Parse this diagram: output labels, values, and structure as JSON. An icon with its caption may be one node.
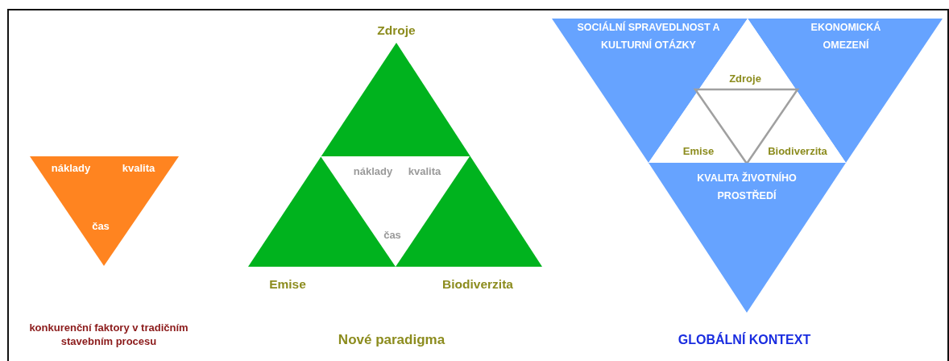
{
  "diagram": {
    "nodes": [
      {
        "text": [
          "náklady",
          "kvalita",
          "čas"
        ]
      },
      {
        "text": [
          "Zdroje",
          "Emise",
          "Biodiverzita"
        ]
      },
      {
        "text": [
          "náklady",
          "kvalita",
          "čas"
        ],
        "in": 1
      },
      {
        "text": [
          "SOCIÁLNÍ SPRAVEDLNOST A KULTURNÍ OTÁZKY"
        ]
      },
      {
        "text": [
          "EKONOMICKÁ OMEZENÍ"
        ]
      },
      {
        "text": [
          "Zdroje",
          "Emise",
          "Biodiverzita"
        ]
      },
      {
        "text": [
          "KVALITA ŽIVOTNÍHO PROSTŘEDÍ"
        ]
      },
      {
        "text": [],
        "shape": "triangle",
        "in": 5
      }
    ],
    "labels": [
      "konkurenční faktory v tradičním stavebním procesu",
      "Nové paradigma",
      "GLOBÁLNÍ KONTEXT"
    ]
  }
}
